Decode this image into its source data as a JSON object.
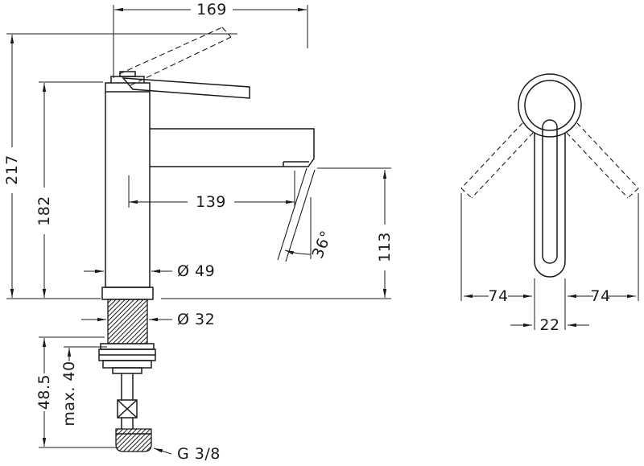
{
  "drawing": {
    "type": "technical-dimension-drawing",
    "subject": "single-lever-basin-mixer-faucet",
    "colors": {
      "line": "#1a1a1a",
      "background": "#ffffff"
    },
    "side_view": {
      "dims": {
        "overall_depth": "169",
        "total_height": "217",
        "body_height": "182",
        "spout_reach": "139",
        "spout_height": "113",
        "stream_angle": "36°",
        "body_diameter": "Ø 49",
        "shank_diameter": "Ø 32",
        "hose_length": "48.5",
        "max_deck_thickness": "max. 40",
        "connection_thread": "G 3/8"
      }
    },
    "front_view": {
      "dims": {
        "handle_swing_left": "74",
        "handle_swing_right": "74",
        "handle_width": "22"
      }
    }
  }
}
